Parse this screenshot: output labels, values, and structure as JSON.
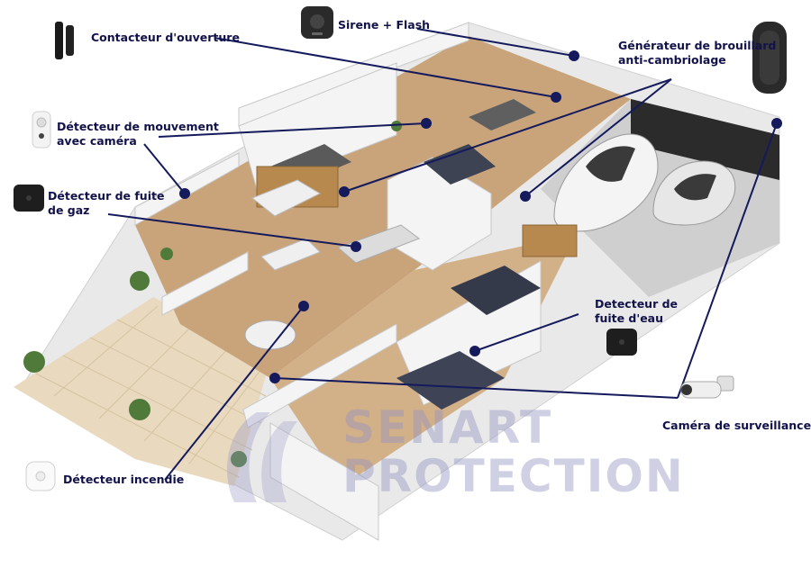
{
  "labels": {
    "contacteur": "Contacteur d'ouverture",
    "sirene": "Sirene + Flash",
    "generateur": [
      "Générateur de brouillard",
      "anti-cambriolage"
    ],
    "mouvement": [
      "Détecteur de mouvement",
      "avec caméra"
    ],
    "gaz": [
      "Détecteur de fuite",
      "de gaz"
    ],
    "eau": [
      "Detecteur de",
      "fuite d'eau"
    ],
    "camera": "Caméra de surveillance",
    "incendie": "Détecteur incendie"
  },
  "watermark": {
    "line1": "SENART",
    "line2": "PROTECTION"
  },
  "colors": {
    "label_text": "#12124a",
    "pointer_line": "#141a5c",
    "pointer_dot": "#141a5c",
    "watermark": "#9696c3",
    "floor": "#c9a47a",
    "wall": "#f2f2f2"
  }
}
